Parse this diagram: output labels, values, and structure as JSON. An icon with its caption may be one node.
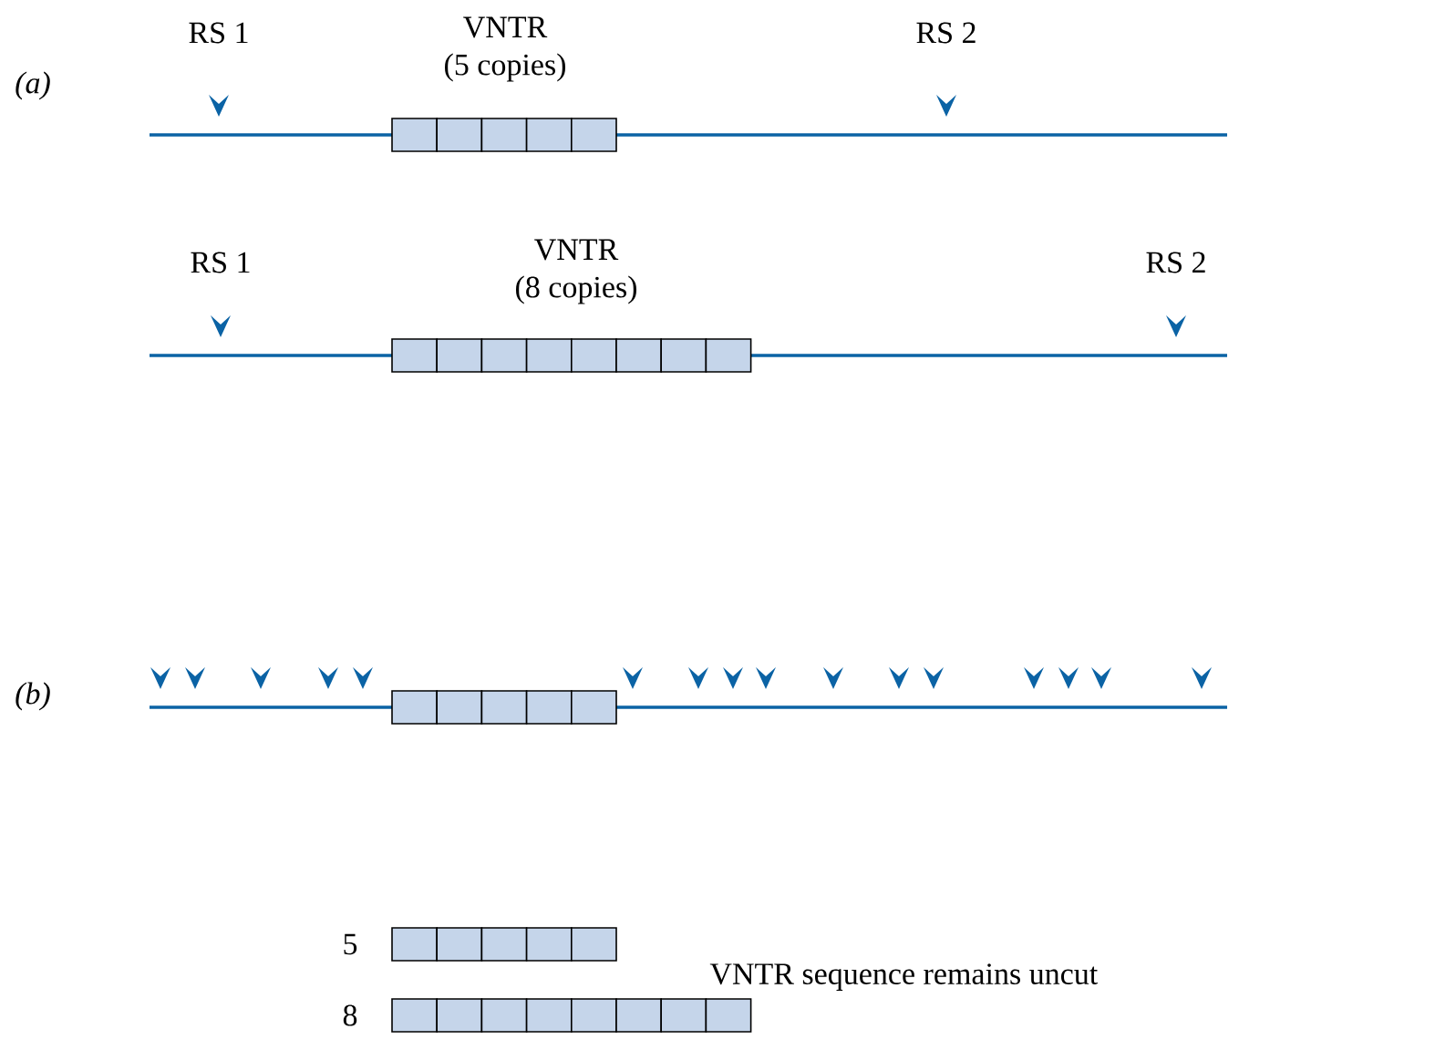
{
  "diagram": {
    "labels": [
      "RS 1",
      "VNTR",
      "(5 copies)",
      "RS 2",
      "(a)",
      "VNTR",
      "RS 1",
      "(8 copies)",
      "RS 2",
      "(b)",
      "5",
      "VNTR sequence remains uncut",
      "8"
    ]
  }
}
